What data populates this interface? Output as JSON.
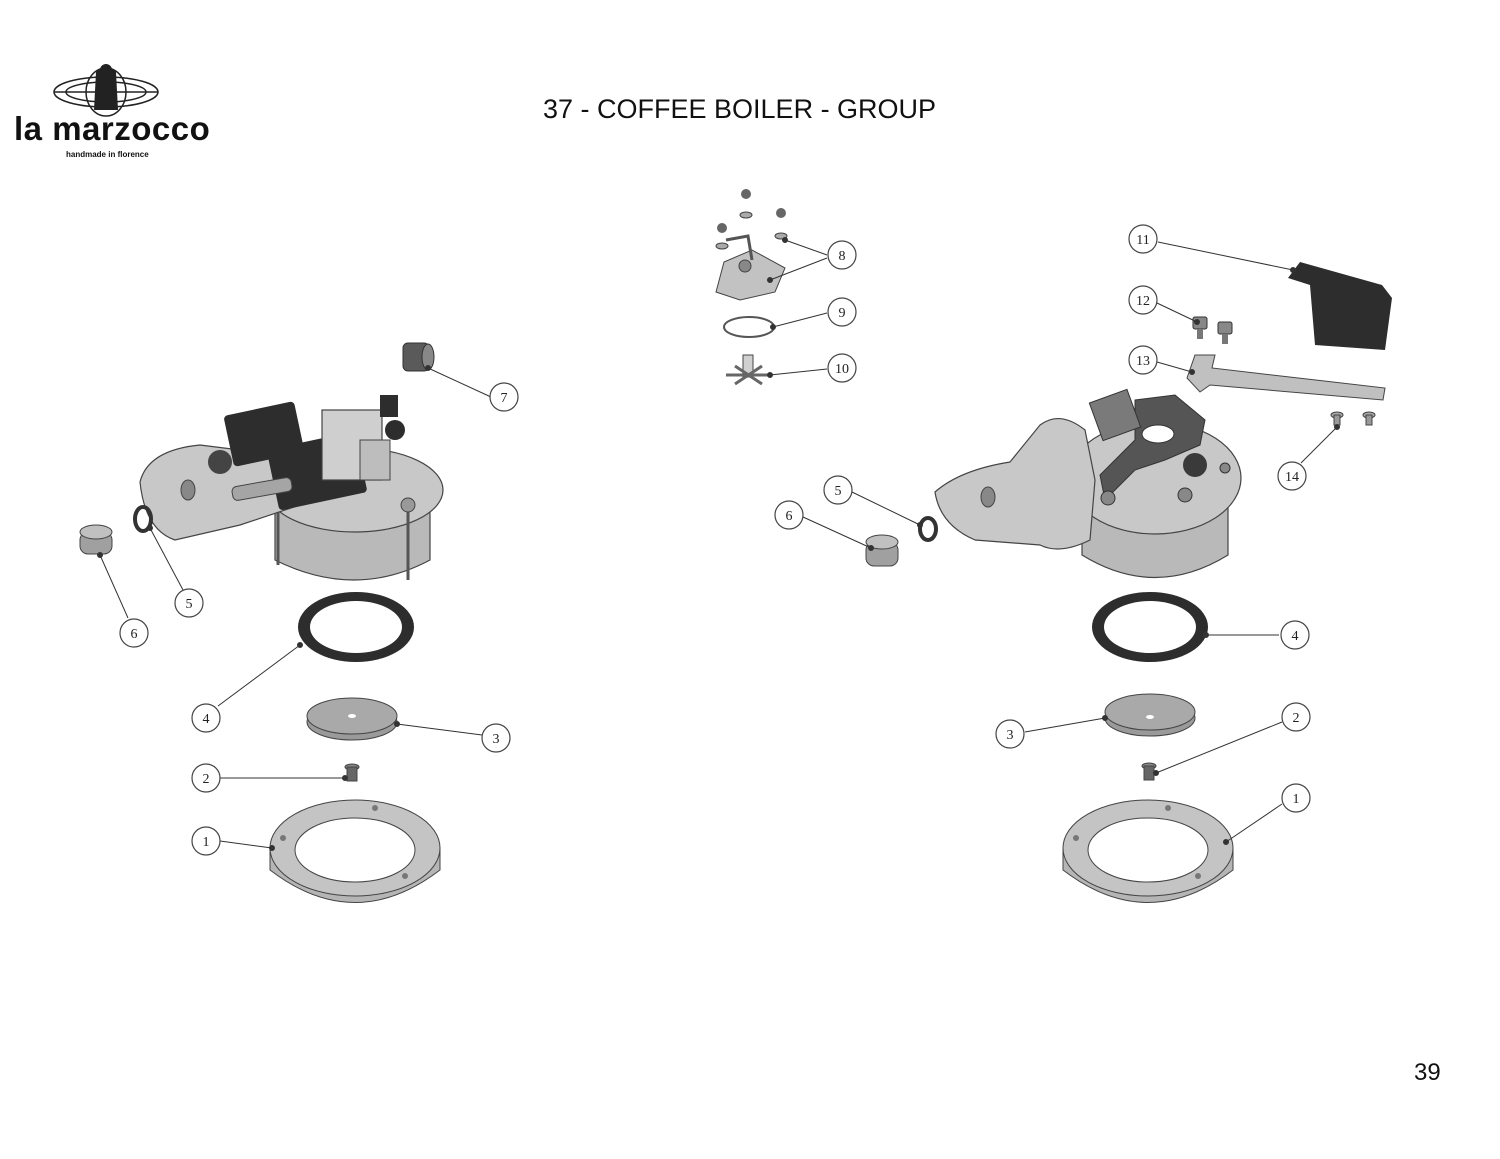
{
  "header": {
    "brand_name": "la marzocco",
    "brand_tagline": "handmade in florence",
    "title": "37 - COFFEE BOILER - GROUP"
  },
  "footer": {
    "page_number": "39"
  },
  "icons": {
    "logo": "lion-globe-logo-icon"
  },
  "colors": {
    "part_light": "#c6c6c6",
    "part_mid": "#a9a9a9",
    "part_dark": "#2d2d2d",
    "line": "#333333"
  },
  "callouts": {
    "left": [
      "1",
      "2",
      "3",
      "4",
      "5",
      "6",
      "7"
    ],
    "right": [
      "1",
      "2",
      "3",
      "4",
      "5",
      "6",
      "8",
      "9",
      "10",
      "11",
      "12",
      "13",
      "14"
    ]
  }
}
